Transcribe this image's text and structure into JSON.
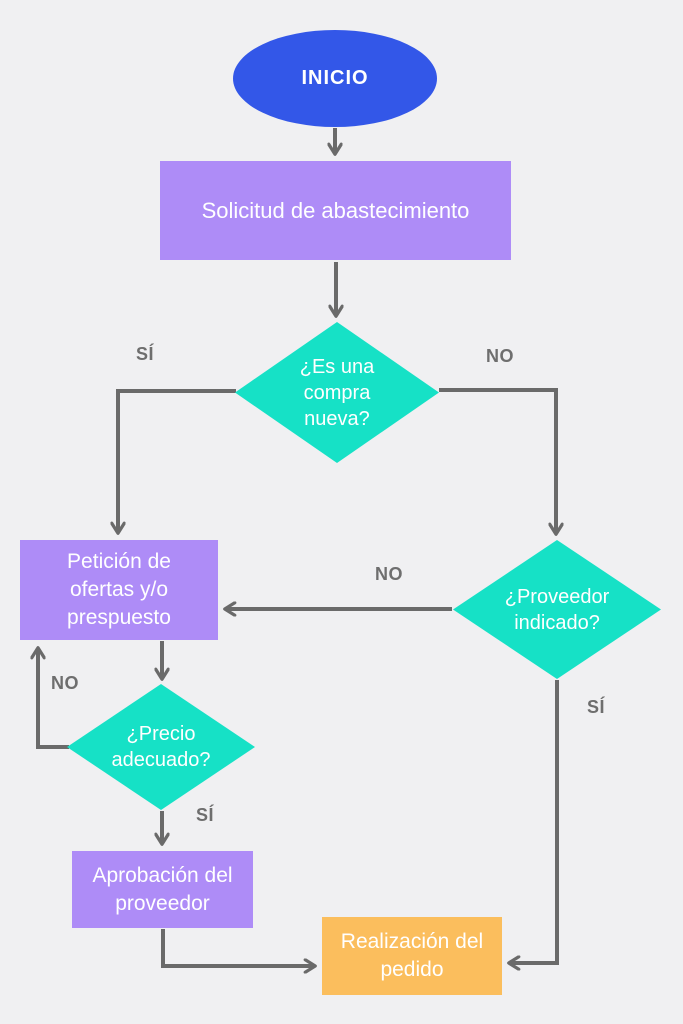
{
  "page": {
    "background_color": "#F0F0F2",
    "connector_color": "#6A6A6A",
    "edge_label_color": "#6E6E6E"
  },
  "colors": {
    "start_fill": "#3357E8",
    "process_fill": "#AE8CF7",
    "decision_fill": "#16E1C6",
    "terminal_fill": "#FBBE5D",
    "node_text": "#FFFFFF"
  },
  "nodes": {
    "inicio": {
      "type": "start",
      "label": "INICIO"
    },
    "solicitud": {
      "type": "process",
      "label": "Solicitud de abastecimiento"
    },
    "compra": {
      "type": "decision",
      "label": "¿Es una\ncompra\nnueva?"
    },
    "peticion": {
      "type": "process",
      "label": "Petición de\nofertas y/o\nprespuesto"
    },
    "proveedor": {
      "type": "decision",
      "label": "¿Proveedor\nindicado?"
    },
    "precio": {
      "type": "decision",
      "label": "¿Precio\nadecuado?"
    },
    "aprobacion": {
      "type": "process",
      "label": "Aprobación del\nproveedor"
    },
    "realizacion": {
      "type": "terminal",
      "label": "Realización del\npedido"
    }
  },
  "edge_labels": {
    "compra_si": "SÍ",
    "compra_no": "NO",
    "proveedor_no": "NO",
    "proveedor_si": "SÍ",
    "precio_no": "NO",
    "precio_si": "SÍ"
  }
}
